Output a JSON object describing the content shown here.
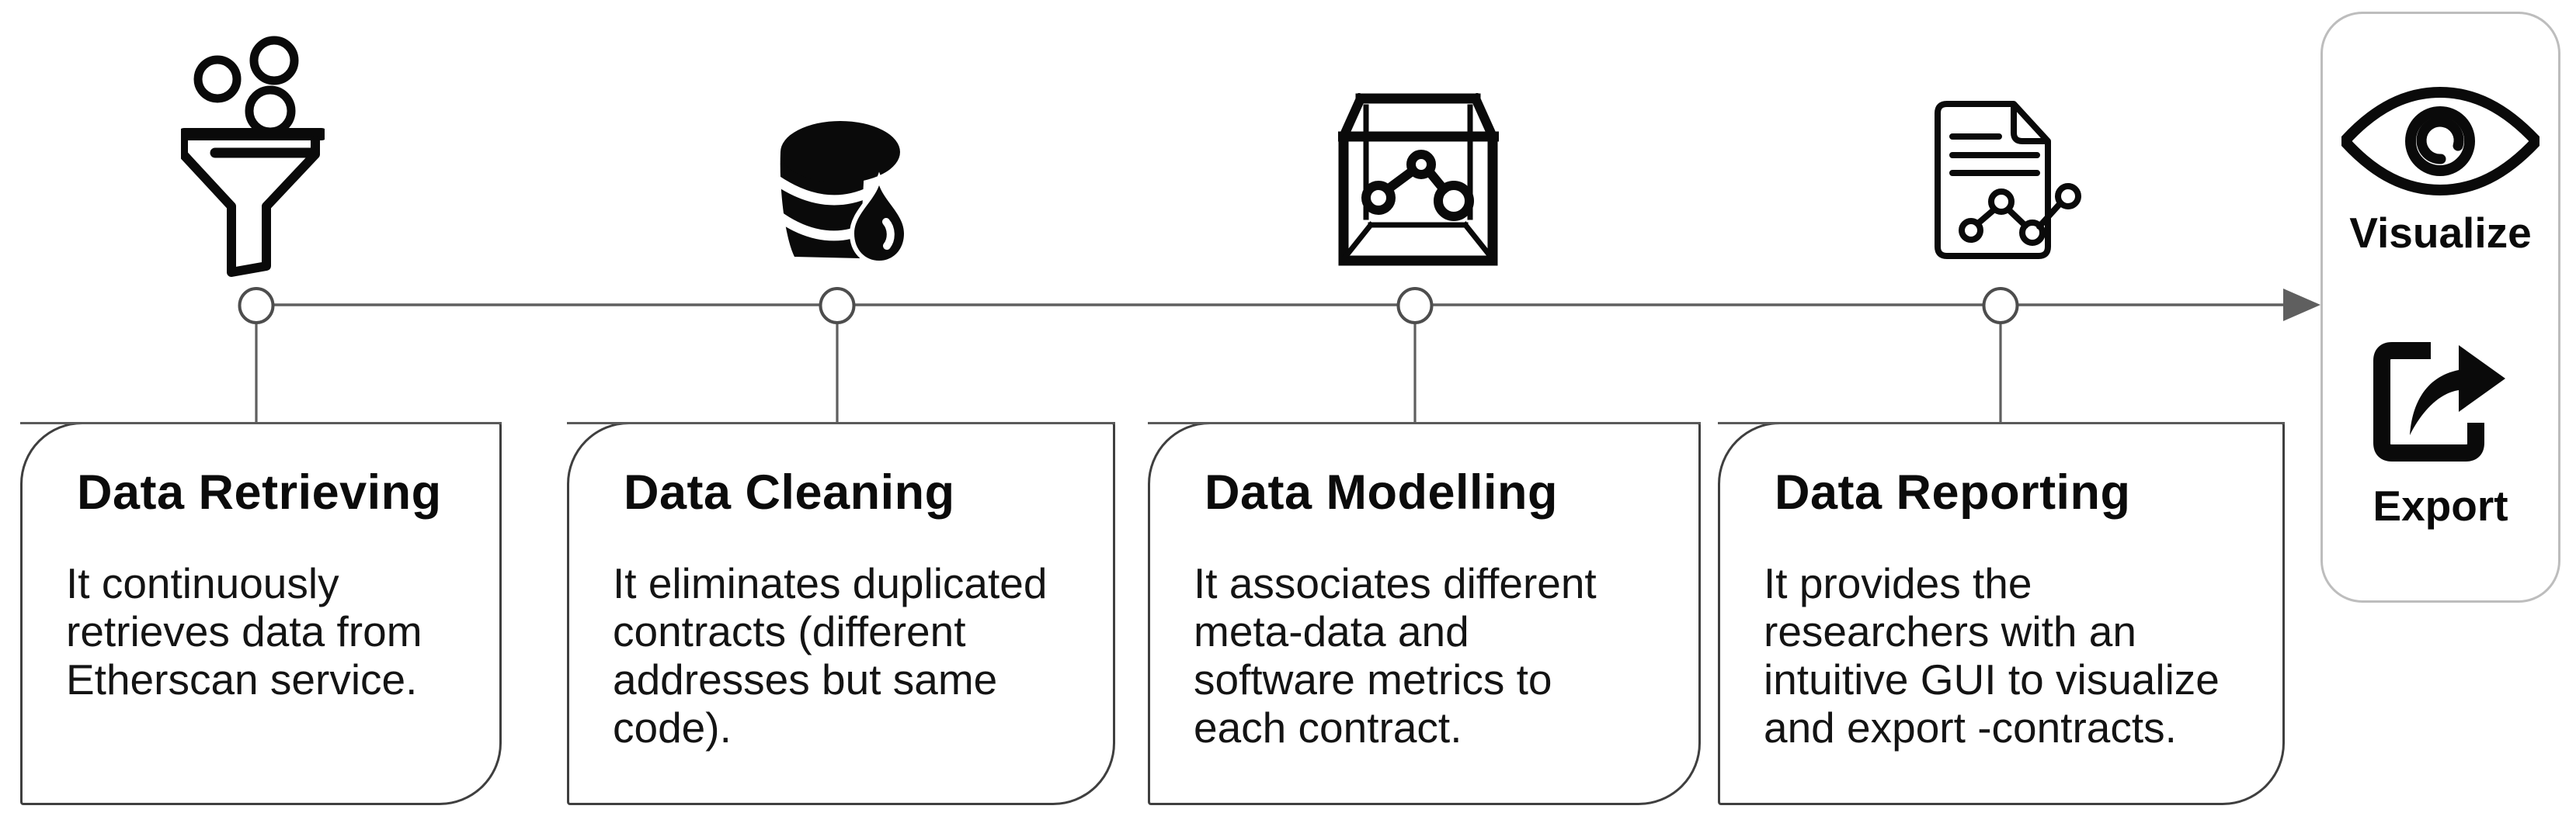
{
  "diagram": {
    "steps": [
      {
        "title": "Data Retrieving",
        "icon": "funnel-bubbles-icon",
        "description": "It continuously\nretrieves data from\nEtherscan service."
      },
      {
        "title": "Data Cleaning",
        "icon": "database-droplet-icon",
        "description": "It eliminates duplicated\ncontracts (different\naddresses but same\ncode)."
      },
      {
        "title": "Data Modelling",
        "icon": "cube-graph-icon",
        "description": "It associates different\nmeta-data and\nsoftware metrics to\neach contract."
      },
      {
        "title": "Data Reporting",
        "icon": "document-chart-icon",
        "description": "It provides the\nresearchers with an\nintuitive GUI to visualize\nand export -contracts."
      }
    ],
    "outputs": [
      {
        "label": "Visualize",
        "icon": "eye-icon"
      },
      {
        "label": "Export",
        "icon": "export-icon"
      }
    ],
    "timeline": {
      "direction": "left-to-right",
      "node_count": 4
    },
    "colors": {
      "icon_black": "#0a0a0a",
      "line_gray": "#5f5f5f",
      "node_stroke": "#4d4d4d",
      "card_border": "#3f3f3f",
      "card_top_edge": "#5a5a5a",
      "panel_border": "#bdbdbd",
      "text": "#141414",
      "background": "#ffffff"
    }
  }
}
